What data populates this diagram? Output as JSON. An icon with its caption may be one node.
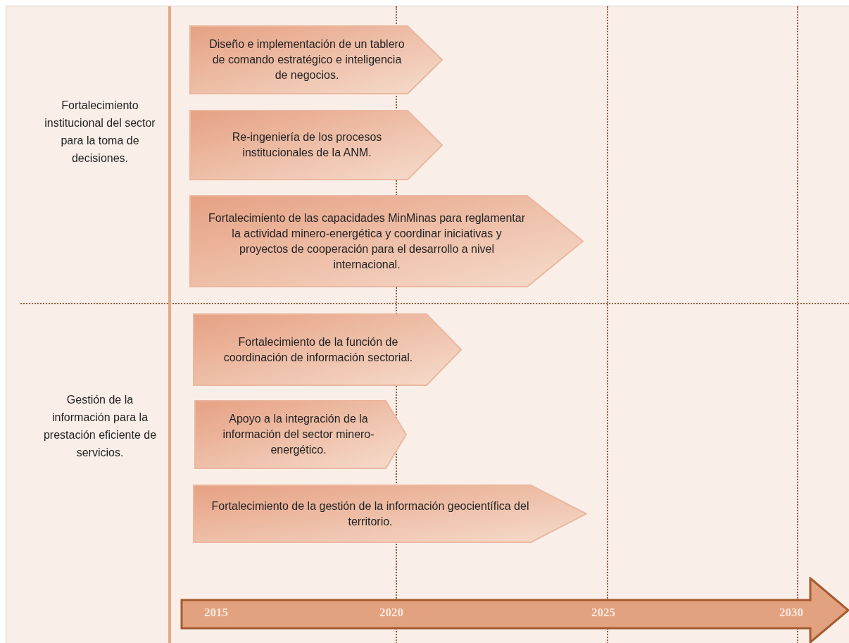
{
  "diagram": {
    "nodes": [
      {
        "text": [
          "Diseño e implementación de un tablero de comando estratégico e inteligencia de negocios."
        ]
      },
      {
        "text": [
          "Re-ingeniería de los procesos institucionales de la ANM."
        ]
      },
      {
        "text": [
          "Fortalecimiento de las capacidades MinMinas para reglamentar la actividad minero-energética y coordinar iniciativas y proyectos de cooperación para el desarrollo a nivel internacional."
        ]
      },
      {
        "text": [
          "Fortalecimiento de la función de coordinación de información sectorial."
        ]
      },
      {
        "text": [
          "Apoyo a la integración de la información del sector minero-energético."
        ]
      },
      {
        "text": [
          "Fortalecimiento de la gestión de la información geocientífica del territorio."
        ]
      },
      {
        "text": [
          "2015",
          "2020",
          "2025",
          "2030"
        ]
      }
    ],
    "labels": [
      "Fortalecimiento institucional del sector para la toma de decisiones.",
      "Gestión de la información para la prestación eficiente de servicios."
    ]
  }
}
